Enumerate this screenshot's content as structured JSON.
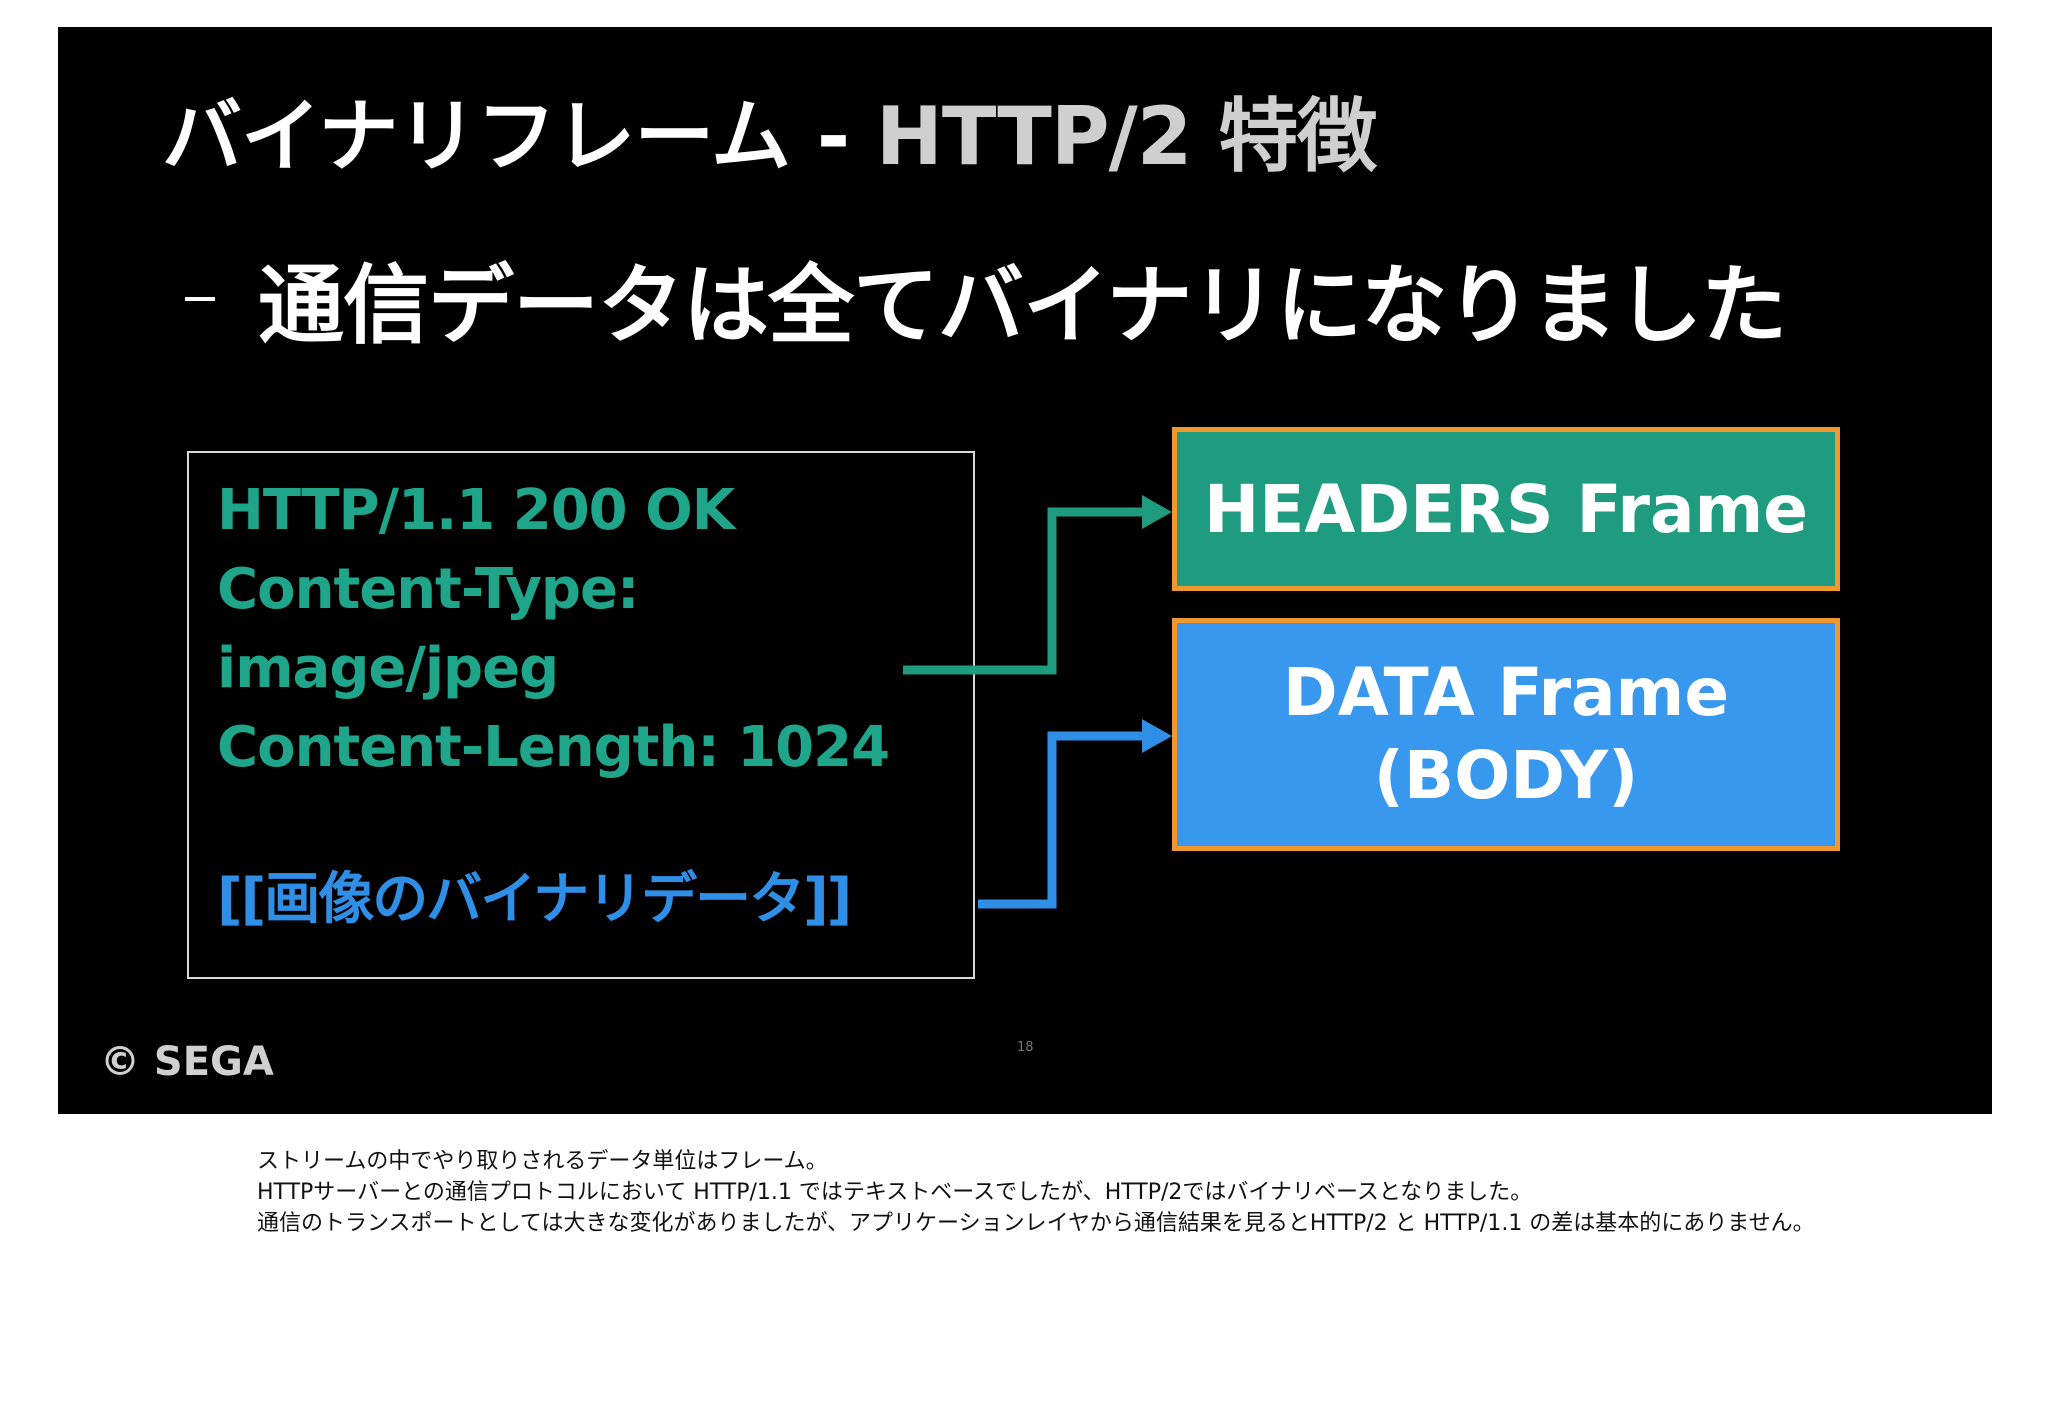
{
  "slide": {
    "title_main": "バイナリフレーム - ",
    "title_sub": "HTTP/2 特徴",
    "bullet": "通信データは全てバイナリになりました",
    "response_lines": [
      "HTTP/1.1 200 OK",
      "Content-Type:",
      "image/jpeg",
      "Content-Length: 1024"
    ],
    "binary_line": "[[画像のバイナリデータ]]",
    "headers_frame": "HEADERS Frame",
    "data_frame_line1": "DATA Frame",
    "data_frame_line2": "(BODY)",
    "copyright": "© SEGA",
    "page_number": "18"
  },
  "notes": {
    "paragraphs": [
      "ストリームの中でやり取りされるデータ単位はフレーム。",
      "HTTPサーバーとの通信プロトコルにおいて HTTP/1.1 ではテキストベースでしたが、HTTP/2ではバイナリベースとなりました。",
      "通信のトランスポートとしては大きな変化がありましたが、アプリケーションレイヤから通信結果を見るとHTTP/2 と HTTP/1.1 の差は基本的にありません。"
    ]
  },
  "colors": {
    "slide_background": "#000000",
    "headers_frame": "#1f9c80",
    "data_frame": "#3898ee",
    "frame_border": "#f0972f",
    "header_text": "#1fa58a",
    "binary_text": "#2f8fe6"
  },
  "icons": [
    "copyright-icon"
  ]
}
